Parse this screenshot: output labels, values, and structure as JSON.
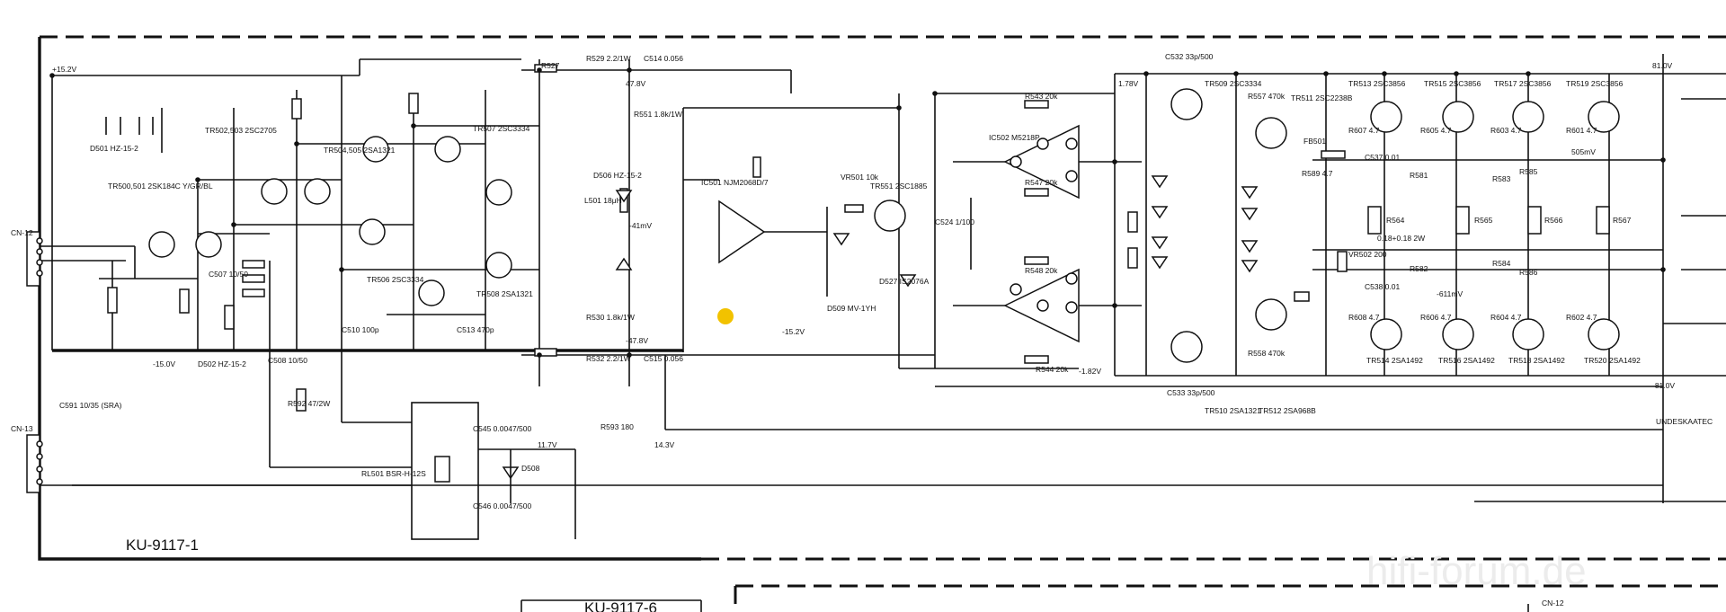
{
  "board": {
    "name": "KU-9117-1",
    "sub_board": "KU-9117-6"
  },
  "connectors": {
    "cn12": "CN-12",
    "cn13": "CN-13",
    "cn12_right": "CN-12"
  },
  "rails": {
    "pos": "+15.2V",
    "neg": "-15.0V",
    "pos_right": "81.0V",
    "neg_right": "-81.0V"
  },
  "labels": [
    "R529 2.2/1W",
    "C514 0.056",
    "R527",
    "47.8V",
    "R551 1.8k/1W",
    "D506 HZ-15-2",
    "L501 18μH",
    "-41mV",
    "IC501 NJM2068D/7",
    "R530 1.8k/1W",
    "R532 2.2/1W",
    "C515 0.056",
    "-47.8V",
    "-15.2V",
    "VR501 10k",
    "TR551 2SC1885",
    "D527 IS2076A",
    "D509 MV-1YH",
    "C524 1/100",
    "IC502 M5218P",
    "R543 20k",
    "R544 20k",
    "R547 20k",
    "R548 20k",
    "C532 33p/500",
    "C533 33p/500",
    "1.78V",
    "-1.82V",
    "TR509 2SC3334",
    "TR510 2SA1321",
    "TR511 2SC2238B",
    "TR512 2SA968B",
    "R557 470k",
    "R558 470k",
    "FB501",
    "R589 4.7",
    "TR513 2SC3856",
    "TR515 2SC3856",
    "TR517 2SC3856",
    "TR519 2SC3856",
    "TR514 2SA1492",
    "TR516 2SA1492",
    "TR518 2SA1492",
    "TR520 2SA1492",
    "R601 4.7",
    "R602 4.7",
    "R603 4.7",
    "R604 4.7",
    "R605 4.7",
    "R606 4.7",
    "R607 4.7",
    "R608 4.7",
    "R564",
    "R565",
    "R566",
    "R567",
    "0.18+0.18 2W",
    "R585",
    "R586",
    "R581",
    "R582",
    "R583",
    "R584",
    "VR502 200",
    "C538 0.01",
    "C537 0.01",
    "-611mV",
    "505mV",
    "TR500,501 2SK184C Y/GR/BL",
    "TR502,503 2SC2705",
    "TR504,505 2SA1321",
    "TR506 2SC3334",
    "TR507 2SC3334",
    "TR508 2SA1321",
    "D501 HZ-15-2",
    "D502 HZ-15-2",
    "C591 10/35 (SRA)",
    "R592 47/2W",
    "C508 10/50",
    "C507 10/50",
    "C510 100p",
    "C513 470p",
    "RL501 BSR-H-12S",
    "C545 0.0047/500",
    "C546 0.0047/500",
    "D508",
    "R593 180",
    "11.7V",
    "14.3V",
    "UNDESKAATEC"
  ],
  "watermark": "hifi-forum.de"
}
